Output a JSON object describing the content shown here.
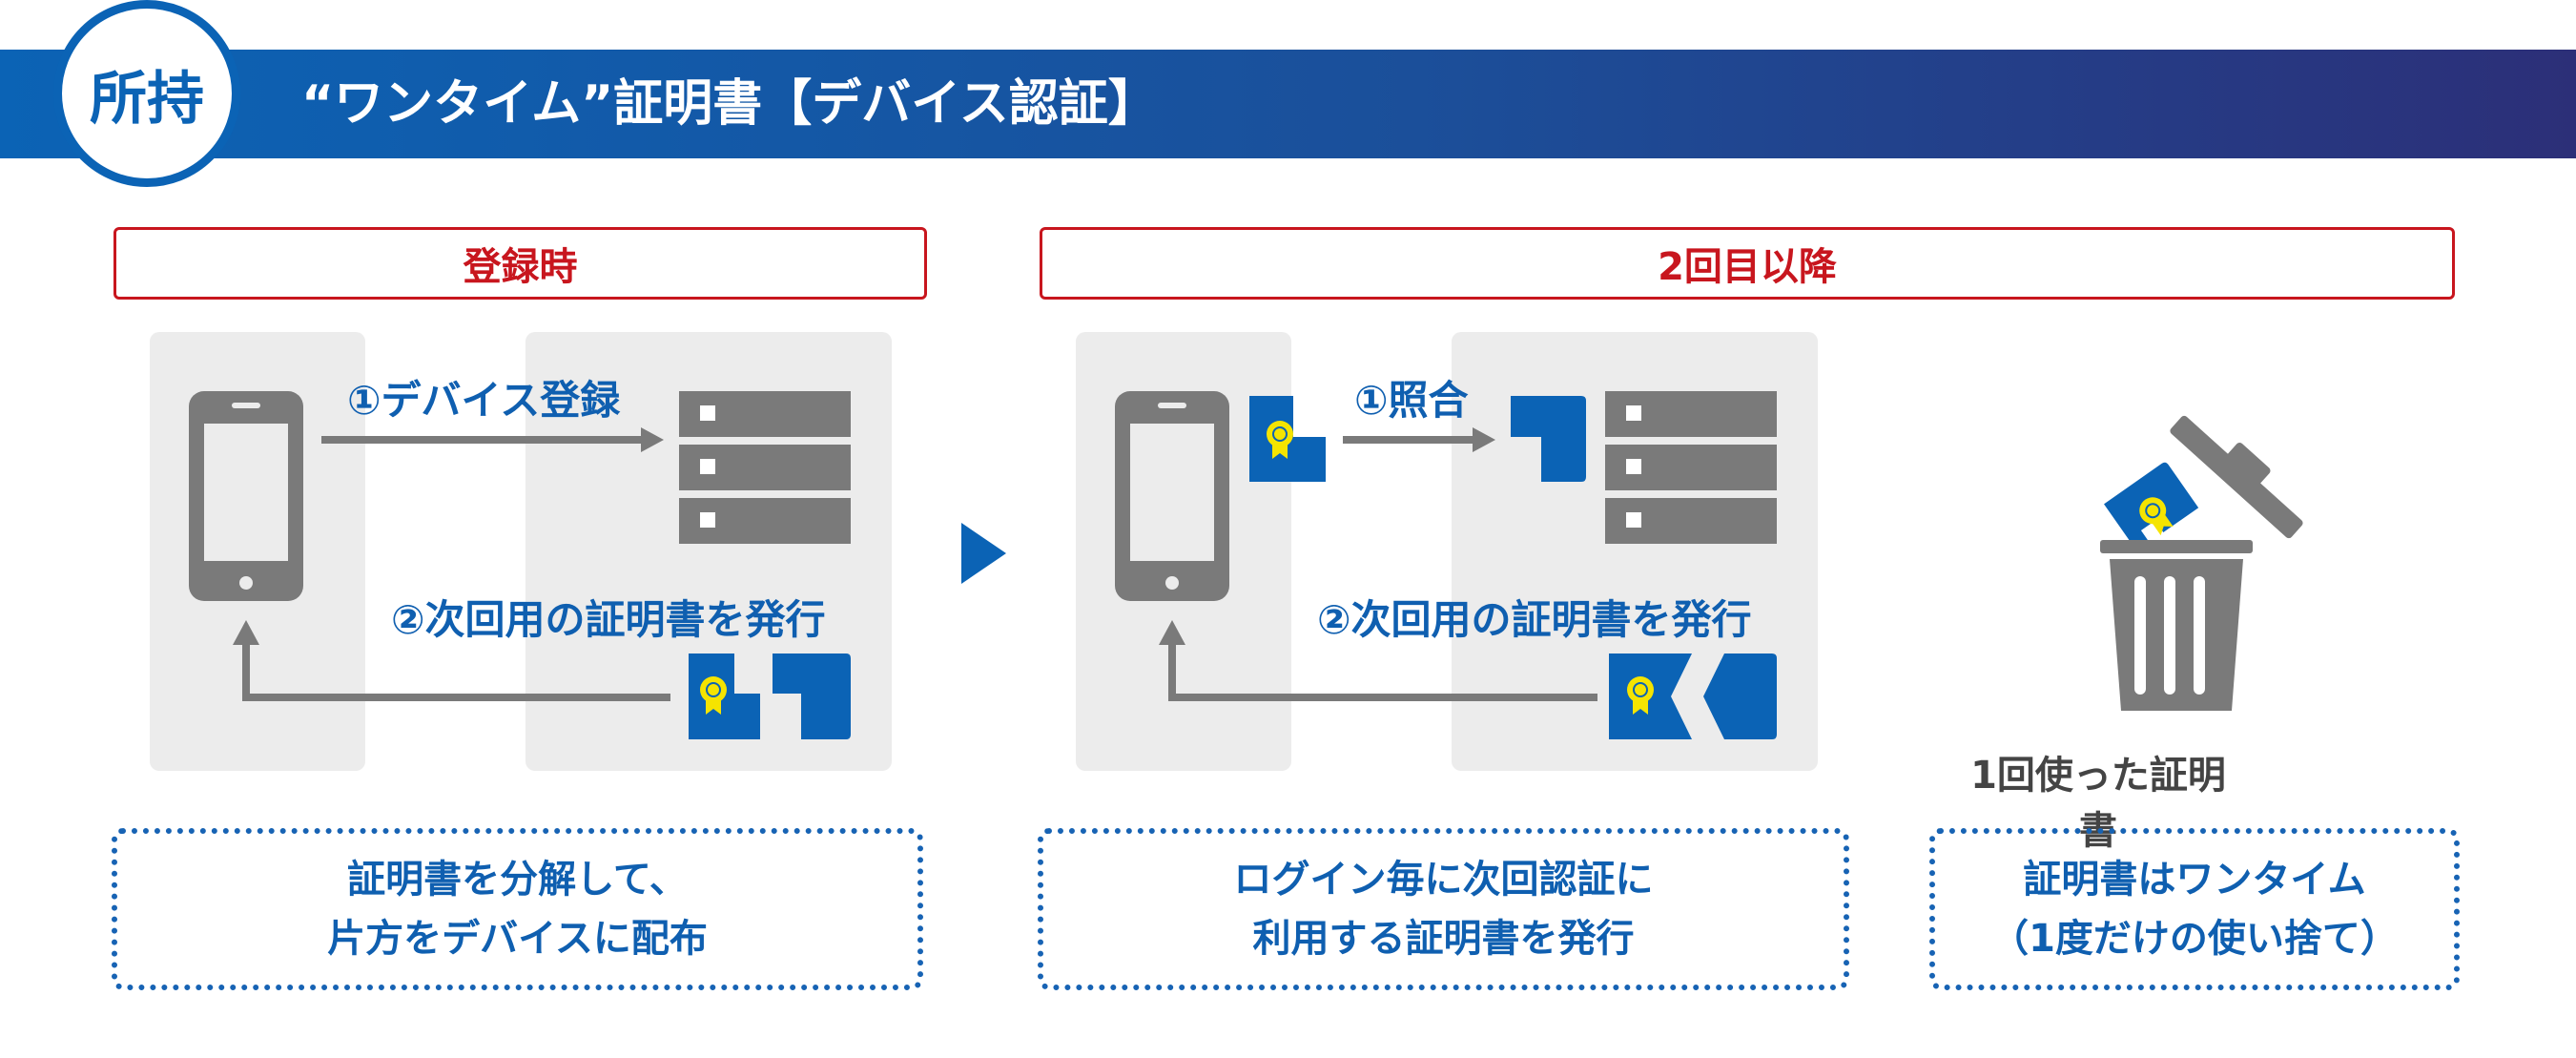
{
  "header": {
    "badge": "所持",
    "title": "“ワンタイム”証明書【デバイス認証】"
  },
  "registration": {
    "heading": "登録時",
    "step1": "①デバイス登録",
    "step2": "②次回用の証明書を発行",
    "caption_line1": "証明書を分解して、",
    "caption_line2": "片方をデバイスに配布"
  },
  "subsequent": {
    "heading": "2回目以降",
    "step1": "①照合",
    "step2": "②次回用の証明書を発行",
    "caption_line1": "ログイン毎に次回認証に",
    "caption_line2": "利用する証明書を発行"
  },
  "trash": {
    "label": "1回使った証明書",
    "caption_line1": "証明書はワンタイム",
    "caption_line2": "（1度だけの使い捨て）"
  },
  "colors": {
    "brand_blue": "#0b63b5",
    "accent_red": "#c8161e",
    "icon_gray": "#7a7a7a",
    "panel_gray": "#ececec",
    "seal_yellow": "#f5e400"
  }
}
